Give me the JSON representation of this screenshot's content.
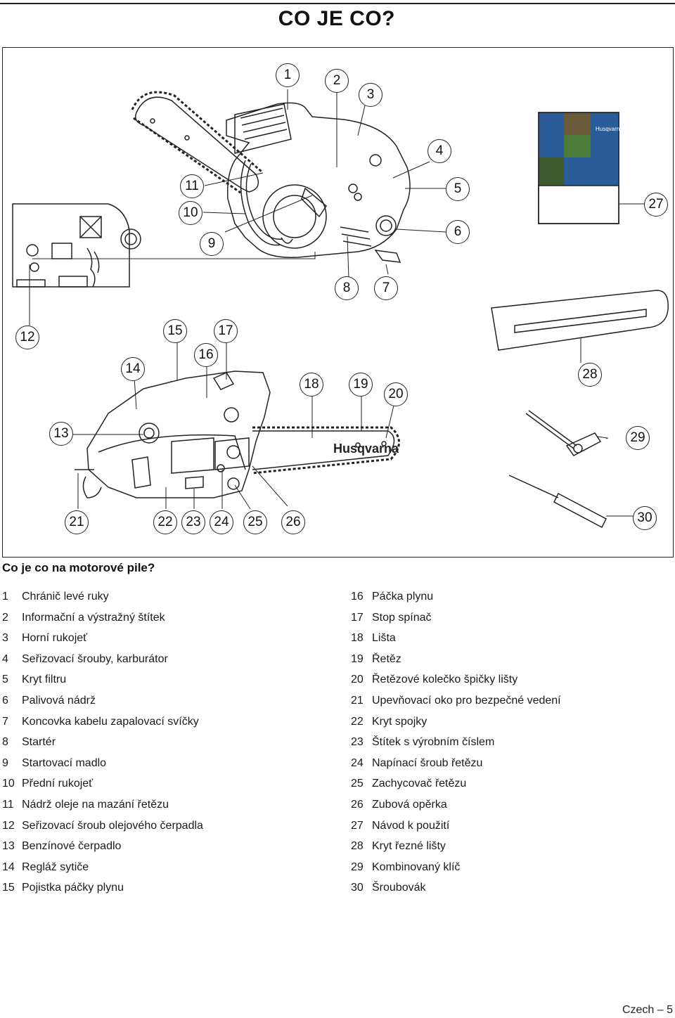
{
  "header": {
    "title": "CO JE CO?"
  },
  "figure": {
    "brand_label": "Husqvarna",
    "manual_brand": "Husqvarna",
    "callouts": [
      "1",
      "2",
      "3",
      "4",
      "5",
      "6",
      "7",
      "8",
      "9",
      "10",
      "11",
      "12",
      "13",
      "14",
      "15",
      "16",
      "17",
      "18",
      "19",
      "20",
      "21",
      "22",
      "23",
      "24",
      "25",
      "26",
      "27",
      "28",
      "29",
      "30"
    ]
  },
  "section": {
    "heading": "Co je co na motorové pile?"
  },
  "legend": {
    "left": [
      {
        "num": "1",
        "label": "Chránič levé ruky"
      },
      {
        "num": "2",
        "label": "Informační a výstražný štítek"
      },
      {
        "num": "3",
        "label": "Horní rukojeť"
      },
      {
        "num": "4",
        "label": "Seřizovací šrouby, karburátor"
      },
      {
        "num": "5",
        "label": "Kryt filtru"
      },
      {
        "num": "6",
        "label": "Palivová nádrž"
      },
      {
        "num": "7",
        "label": "Koncovka kabelu zapalovací svíčky"
      },
      {
        "num": "8",
        "label": "Startér"
      },
      {
        "num": "9",
        "label": "Startovací madlo"
      },
      {
        "num": "10",
        "label": "Přední rukojeť"
      },
      {
        "num": "11",
        "label": "Nádrž oleje na mazání řetězu"
      },
      {
        "num": "12",
        "label": "Seřizovací šroub olejového čerpadla"
      },
      {
        "num": "13",
        "label": "Benzínové čerpadlo"
      },
      {
        "num": "14",
        "label": "Regláž sytiče"
      },
      {
        "num": "15",
        "label": "Pojistka páčky plynu"
      }
    ],
    "right": [
      {
        "num": "16",
        "label": "Páčka plynu"
      },
      {
        "num": "17",
        "label": "Stop spínač"
      },
      {
        "num": "18",
        "label": "Lišta"
      },
      {
        "num": "19",
        "label": "Řetěz"
      },
      {
        "num": "20",
        "label": "Řetězové kolečko špičky lišty"
      },
      {
        "num": "21",
        "label": "Upevňovací oko pro bezpečné vedení"
      },
      {
        "num": "22",
        "label": "Kryt spojky"
      },
      {
        "num": "23",
        "label": "Štítek s výrobním číslem"
      },
      {
        "num": "24",
        "label": "Napínací šroub řetězu"
      },
      {
        "num": "25",
        "label": "Zachycovač řetězu"
      },
      {
        "num": "26",
        "label": "Zubová opěrka"
      },
      {
        "num": "27",
        "label": "Návod k použití"
      },
      {
        "num": "28",
        "label": "Kryt řezné lišty"
      },
      {
        "num": "29",
        "label": "Kombinovaný klíč"
      },
      {
        "num": "30",
        "label": "Šroubovák"
      }
    ]
  },
  "footer": {
    "text": "Czech – 5"
  }
}
